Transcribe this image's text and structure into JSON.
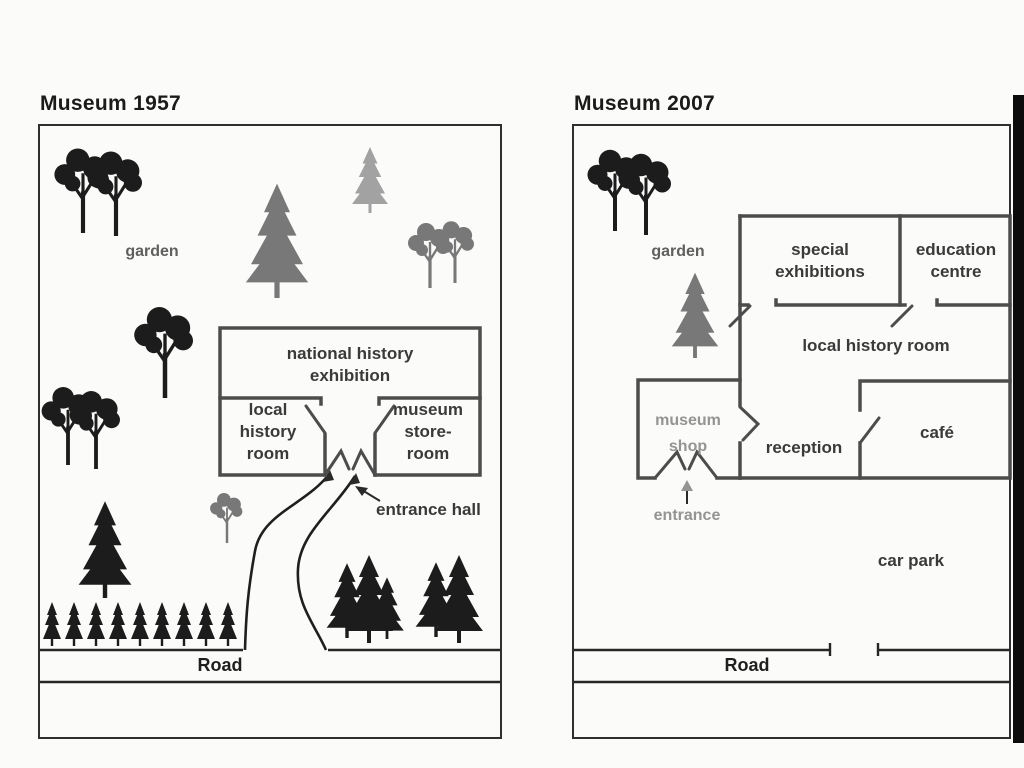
{
  "colors": {
    "ink": "#2a2a2a",
    "mid-label": "#5f5f5f",
    "grey-label": "#949494",
    "wall": "#4c4c4c",
    "border": "#2f2f2f",
    "tree-dark": "#1c1c1c",
    "tree-grey": "#787878",
    "tree-light": "#a2a2a2",
    "bar": "#0c0c0c",
    "bg": "#fbfbf9"
  },
  "panels": [
    {
      "title": "Museum 1957",
      "labels": {
        "garden": "garden",
        "exhibition": [
          "national history",
          "exhibition"
        ],
        "local_history": [
          "local",
          "history",
          "room"
        ],
        "store_room": [
          "museum",
          "store-",
          "room"
        ],
        "entrance_hall": "entrance hall",
        "road": "Road"
      }
    },
    {
      "title": "Museum 2007",
      "labels": {
        "garden": "garden",
        "special_exhibitions": [
          "special",
          "exhibitions"
        ],
        "education_centre": [
          "education",
          "centre"
        ],
        "local_history_room": "local history room",
        "museum_shop": [
          "museum",
          "shop"
        ],
        "reception": "reception",
        "cafe": "café",
        "entrance": "entrance",
        "car_park": "car park",
        "road": "Road"
      }
    }
  ]
}
